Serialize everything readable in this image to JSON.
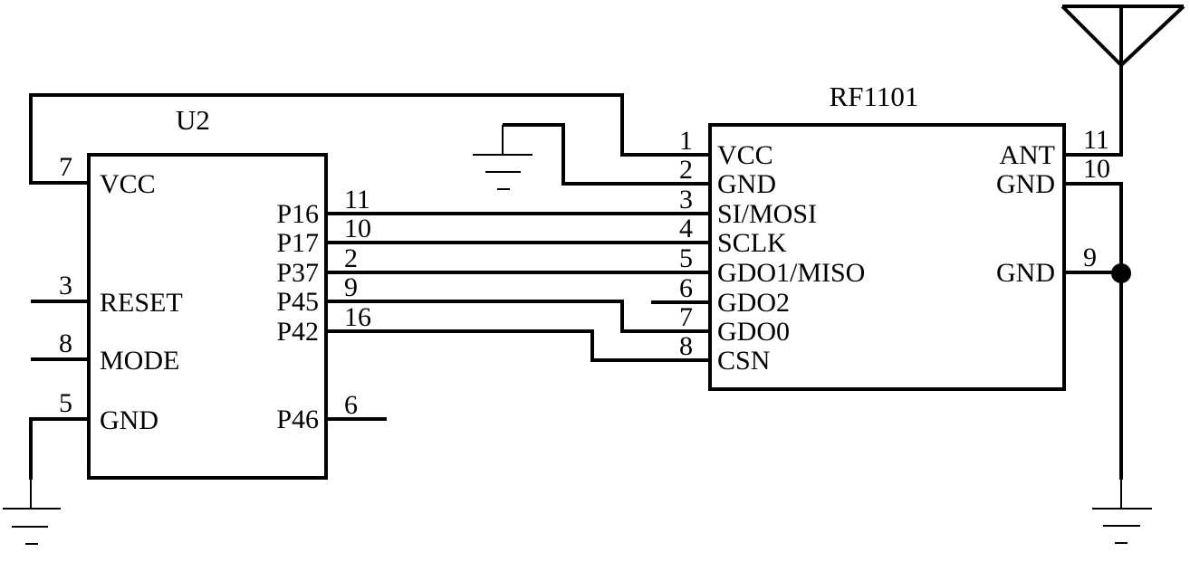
{
  "schematic": {
    "colors": {
      "line": "#000000",
      "background": "#ffffff"
    },
    "components": {
      "u2": {
        "name": "U2",
        "left_pins": [
          {
            "number": "7",
            "name": "VCC"
          },
          {
            "number": "3",
            "name": "RESET"
          },
          {
            "number": "8",
            "name": "MODE"
          },
          {
            "number": "5",
            "name": "GND"
          }
        ],
        "right_pins": [
          {
            "number": "11",
            "name": "P16"
          },
          {
            "number": "10",
            "name": "P17"
          },
          {
            "number": "2",
            "name": "P37"
          },
          {
            "number": "9",
            "name": "P45"
          },
          {
            "number": "16",
            "name": "P42"
          },
          {
            "number": "6",
            "name": "P46"
          }
        ]
      },
      "rf1101": {
        "name": "RF1101",
        "left_pins": [
          {
            "number": "1",
            "name": "VCC"
          },
          {
            "number": "2",
            "name": "GND"
          },
          {
            "number": "3",
            "name": "SI/MOSI"
          },
          {
            "number": "4",
            "name": "SCLK"
          },
          {
            "number": "5",
            "name": "GDO1/MISO"
          },
          {
            "number": "6",
            "name": "GDO2"
          },
          {
            "number": "7",
            "name": "GDO0"
          },
          {
            "number": "8",
            "name": "CSN"
          }
        ],
        "right_pins": [
          {
            "number": "11",
            "name": "ANT"
          },
          {
            "number": "10",
            "name": "GND"
          },
          {
            "number": "9",
            "name": "GND"
          }
        ]
      }
    },
    "nets": [
      "U2.VCC(7) - RF1101.VCC(1)",
      "U2.GND(5) - ground",
      "U2.RESET(3) - open stub",
      "U2.MODE(8) - open stub",
      "U2.P16(11) - RF1101.SI/MOSI(3)",
      "U2.P17(10) - RF1101.SCLK(4)",
      "U2.P37(2) - RF1101.GDO1/MISO(5)",
      "U2.P45(9) - RF1101.GDO0(7)",
      "U2.P42(16) - RF1101.CSN(8)",
      "U2.P46(6) - open stub",
      "RF1101.GND(2) - ground",
      "RF1101.GDO2(6) - open stub",
      "RF1101.ANT(11) - antenna",
      "RF1101.GND(10) - RF1101.GND(9) - ground"
    ]
  }
}
